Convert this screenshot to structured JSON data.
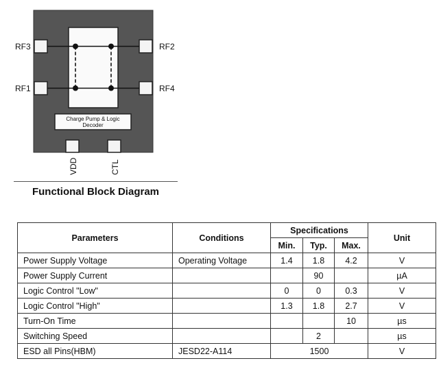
{
  "diagram": {
    "pins": {
      "rf3": "RF3",
      "rf2": "RF2",
      "rf1": "RF1",
      "rf4": "RF4",
      "vdd": "VDD",
      "ctl": "CTL"
    },
    "charge_pump_line1": "Charge Pump & Logic",
    "charge_pump_line2": "Decoder",
    "caption": "Functional Block Diagram"
  },
  "table": {
    "headers": {
      "parameters": "Parameters",
      "conditions": "Conditions",
      "specifications": "Specifications",
      "min": "Min.",
      "typ": "Typ.",
      "max": "Max.",
      "unit": "Unit"
    },
    "rows": [
      {
        "param": "Power Supply Voltage",
        "cond": "Operating Voltage",
        "min": "1.4",
        "typ": "1.8",
        "max": "4.2",
        "unit": "V"
      },
      {
        "param": "Power Supply Current",
        "cond": "",
        "min": "",
        "typ": "90",
        "max": "",
        "unit": "µA"
      },
      {
        "param": "Logic Control \"Low\"",
        "cond": "",
        "min": "0",
        "typ": "0",
        "max": "0.3",
        "unit": "V"
      },
      {
        "param": "Logic Control \"High\"",
        "cond": "",
        "min": "1.3",
        "typ": "1.8",
        "max": "2.7",
        "unit": "V"
      },
      {
        "param": "Turn-On Time",
        "cond": "",
        "min": "",
        "typ": "",
        "max": "10",
        "unit": "µs"
      },
      {
        "param": "Switching Speed",
        "cond": "",
        "min": "",
        "typ": "2",
        "max": "",
        "unit": "µs"
      },
      {
        "param": "ESD all Pins(HBM)",
        "cond": "JESD22-A114",
        "spec_merged": "1500",
        "unit": "V"
      }
    ]
  }
}
